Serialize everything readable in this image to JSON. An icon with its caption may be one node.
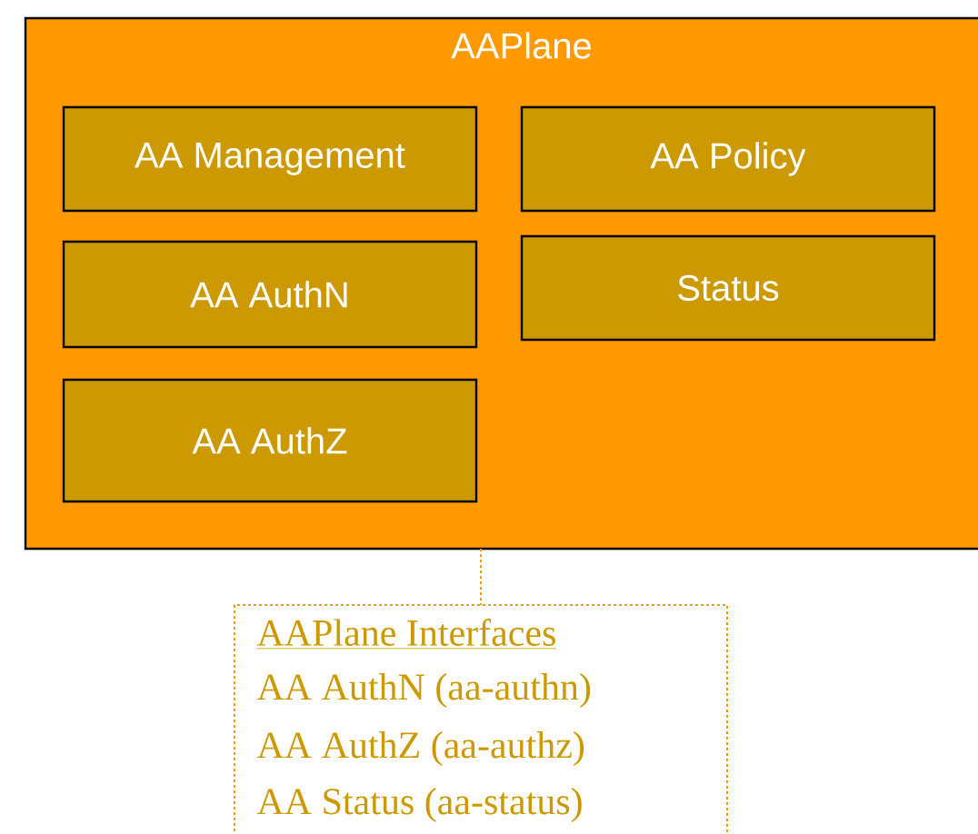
{
  "diagram": {
    "nodes": [
      {
        "text": [
          "AAPlane"
        ]
      },
      {
        "text": [
          "AA Management"
        ],
        "in": 0
      },
      {
        "text": [
          "AA Policy"
        ],
        "in": 0
      },
      {
        "text": [
          "AA AuthN"
        ],
        "in": 0
      },
      {
        "text": [
          "Status"
        ],
        "in": 0
      },
      {
        "text": [
          "AA AuthZ"
        ],
        "in": 0
      },
      {
        "text": [
          "AAPlane Interfaces",
          "AA AuthN (aa-authn)",
          "AA AuthZ (aa-authz)",
          "AA Status (aa-status)"
        ]
      }
    ],
    "edges": [
      {
        "from": 0,
        "to": 6,
        "arrow": "none",
        "style": "dashed"
      }
    ]
  }
}
